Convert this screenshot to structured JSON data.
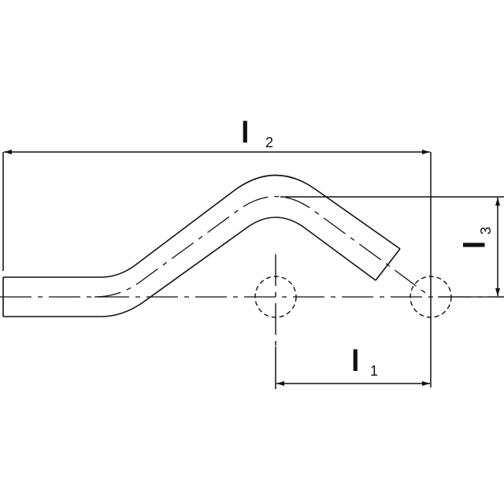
{
  "drawing": {
    "type": "technical-drawing",
    "subject": "offset bent pipe with dimensions",
    "line_color": "#111111",
    "background": "#ffffff"
  },
  "dimensions": {
    "l1": {
      "symbol": "l",
      "subscript": "1"
    },
    "l2": {
      "symbol": "l",
      "subscript": "2"
    },
    "l3": {
      "symbol": "l",
      "subscript": "3"
    }
  }
}
